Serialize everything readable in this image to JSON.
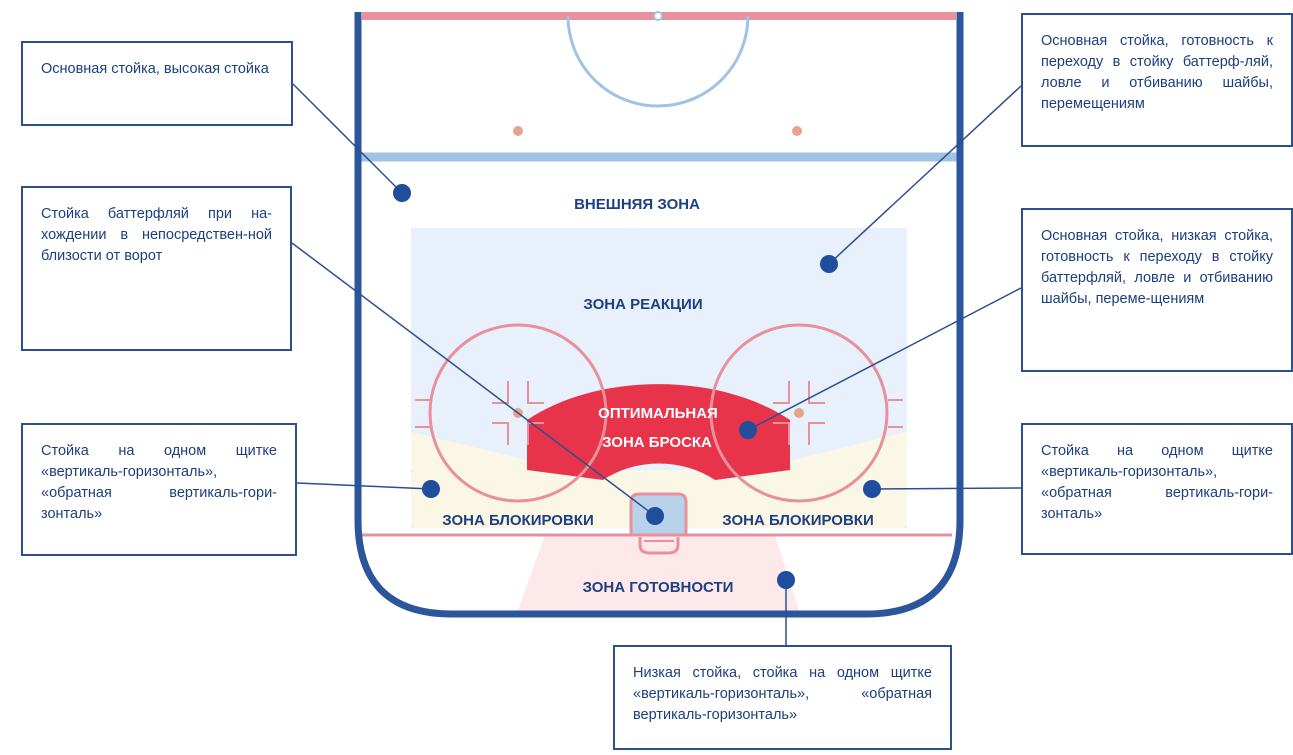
{
  "zones": {
    "outer": "ВНЕШНЯЯ ЗОНА",
    "reaction": "ЗОНА РЕАКЦИИ",
    "optimal_line1": "ОПТИМАЛЬНАЯ",
    "optimal_line2": "ЗОНА БРОСКА",
    "block_left": "ЗОНА БЛОКИРОВКИ",
    "block_right": "ЗОНА БЛОКИРОВКИ",
    "ready": "ЗОНА ГОТОВНОСТИ"
  },
  "callouts": {
    "outer_zone": "Основная стойка, высокая стойка",
    "goal_crease": "Стойка баттерфляй при на-хождении в непосредствен-ной близости от ворот",
    "block_left": "Стойка на одном щитке «вертикаль-горизонталь», «обратная вертикаль-гори-зонталь»",
    "reaction_zone": "Основная стойка, готовность к переходу в стойку баттерф-ляй, ловле и отбиванию шайбы, перемещениям",
    "optimal_zone": "Основная стойка, низкая стойка, готовность к переходу в стойку баттерфляй, ловле и отбиванию шайбы, переме-щениям",
    "block_right": "Стойка на одном щитке «вертикаль-горизонталь», «обратная вертикаль-гори-зонталь»",
    "ready_zone": "Низкая стойка, стойка на одном щитке «вертикаль-горизонталь», «обратная вертикаль-горизонталь»"
  },
  "colors": {
    "boards": "#2b569b",
    "accent_red": "#e8344a",
    "callout_border": "#2b4f8f",
    "reaction_fill": "#e8f0fb",
    "block_fill": "#fbf7e6",
    "ready_fill": "#fde9ea"
  }
}
